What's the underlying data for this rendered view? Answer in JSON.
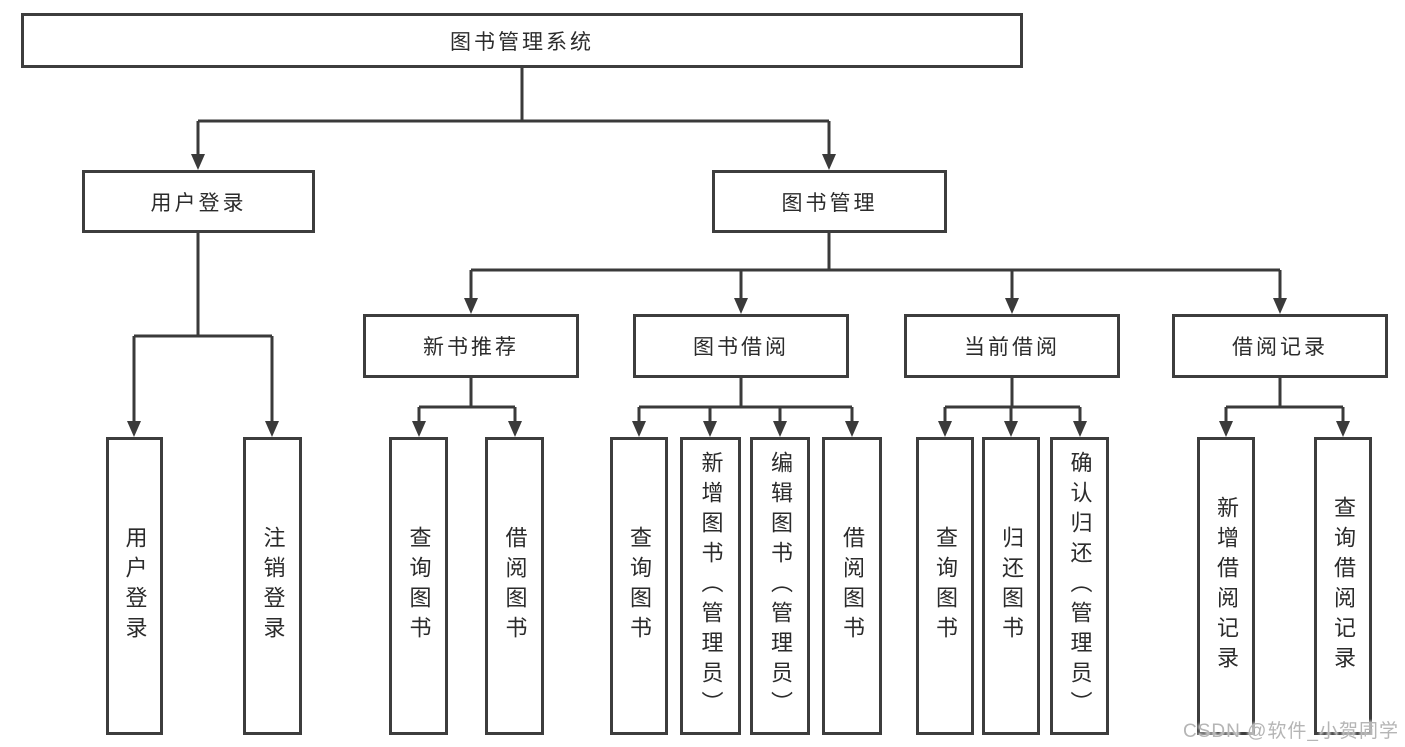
{
  "tree": {
    "label": "图书管理系统",
    "children": [
      {
        "label": "用户登录",
        "children": [
          {
            "label": "用户登录"
          },
          {
            "label": "注销登录"
          }
        ]
      },
      {
        "label": "图书管理",
        "children": [
          {
            "label": "新书推荐",
            "children": [
              {
                "label": "查询图书"
              },
              {
                "label": "借阅图书"
              }
            ]
          },
          {
            "label": "图书借阅",
            "children": [
              {
                "label": "查询图书"
              },
              {
                "label": "新增图书（管理员）"
              },
              {
                "label": "编辑图书（管理员）"
              },
              {
                "label": "借阅图书"
              }
            ]
          },
          {
            "label": "当前借阅",
            "children": [
              {
                "label": "查询图书"
              },
              {
                "label": "归还图书"
              },
              {
                "label": "确认归还（管理员）"
              }
            ]
          },
          {
            "label": "借阅记录",
            "children": [
              {
                "label": "新增借阅记录"
              },
              {
                "label": "查询借阅记录"
              }
            ]
          }
        ]
      }
    ]
  },
  "watermark": {
    "text": "CSDN @软件_小贺同学"
  },
  "colors": {
    "line": "#3a3a3a",
    "border": "#3d3d3d",
    "text": "#2b2b2b",
    "watermark": "#b5b5b5",
    "background": "#ffffff"
  }
}
